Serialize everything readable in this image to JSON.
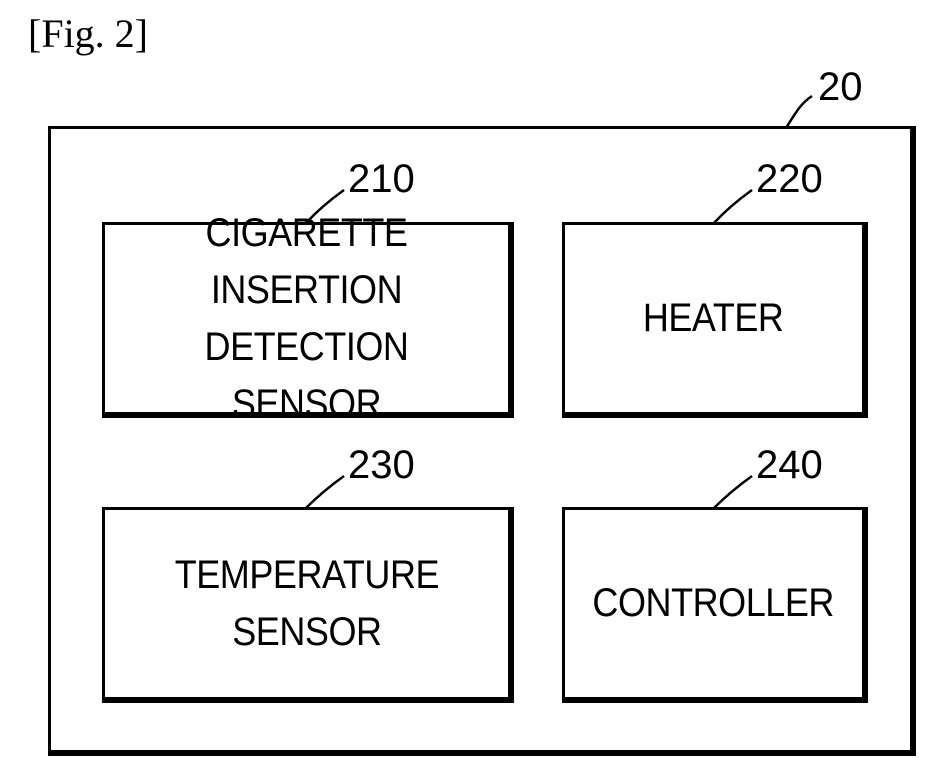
{
  "figure": {
    "label": "[Fig. 2]"
  },
  "device": {
    "ref": "20"
  },
  "blocks": [
    {
      "ref": "210",
      "label": "CIGARETTE\nINSERTION\nDETECTION SENSOR"
    },
    {
      "ref": "220",
      "label": "HEATER"
    },
    {
      "ref": "230",
      "label": "TEMPERATURE\nSENSOR"
    },
    {
      "ref": "240",
      "label": "CONTROLLER"
    }
  ]
}
